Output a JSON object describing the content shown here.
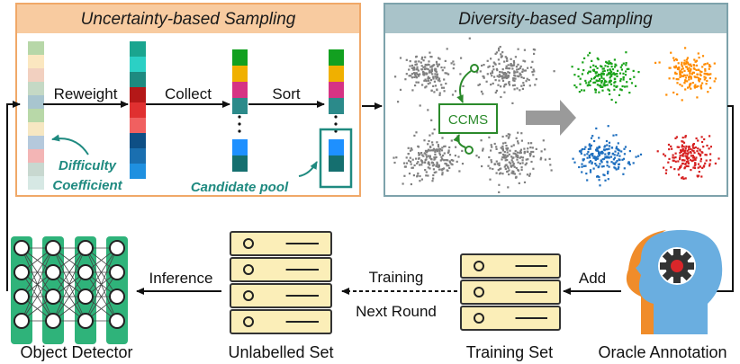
{
  "panels": {
    "uncertainty": {
      "title": "Uncertainty-based Sampling"
    },
    "diversity": {
      "title": "Diversity-based Sampling"
    }
  },
  "uncertainty": {
    "steps": [
      "Reweight",
      "Collect",
      "Sort"
    ],
    "difficulty_label_line1": "Difficulty",
    "difficulty_label_line2": "Coefficient",
    "candidate_pool_label": "Candidate pool",
    "weight_colors": [
      "#b7d7a8",
      "#fbe7c0",
      "#f2d0c0",
      "#c5d9c5",
      "#a8c5cf",
      "#b8d8a8",
      "#f6e7c2",
      "#b5c9dc",
      "#f3b5b5",
      "#c8d8d0",
      "#d6e8e4"
    ],
    "score_colors": [
      "#1aa58f",
      "#2bd0c5",
      "#1e8a80",
      "#b41818",
      "#e03030",
      "#f06060",
      "#0e4f85",
      "#1a6fb0",
      "#1f90e0"
    ],
    "collected_colors": [
      "#12a020",
      "#f0b000",
      "#d63384",
      "#2b8a8a",
      "#1e90ff",
      "#156f6f"
    ],
    "sorted_colors": [
      "#12a020",
      "#f0b000",
      "#d63384",
      "#2b8a8a",
      "#1e90ff",
      "#156f6f"
    ]
  },
  "diversity": {
    "ccms_label": "CCMS",
    "cluster_colors": [
      "#1aa31a",
      "#ff8c00",
      "#1f6fbf",
      "#d62020"
    ],
    "raw_color": "#808080"
  },
  "loop": {
    "object_detector": "Object Detector",
    "unlabelled_set": "Unlabelled Set",
    "training_set": "Training Set",
    "oracle_annotation": "Oracle Annotation",
    "inference": "Inference",
    "training": "Training",
    "next_round": "Next Round",
    "add": "Add"
  },
  "colors": {
    "uncertainty_header": "#f8cba0",
    "uncertainty_border": "#f0a868",
    "diversity_header": "#a9c3c9",
    "diversity_border": "#7da2ab",
    "teal_accent": "#1f8a80",
    "ccms_green": "#2b8a2b",
    "server_fill": "#fbeeb8",
    "server_border": "#333333",
    "head_blue": "#6aaee0",
    "head_orange": "#f08c2a",
    "node_green": "#2fb37a"
  }
}
